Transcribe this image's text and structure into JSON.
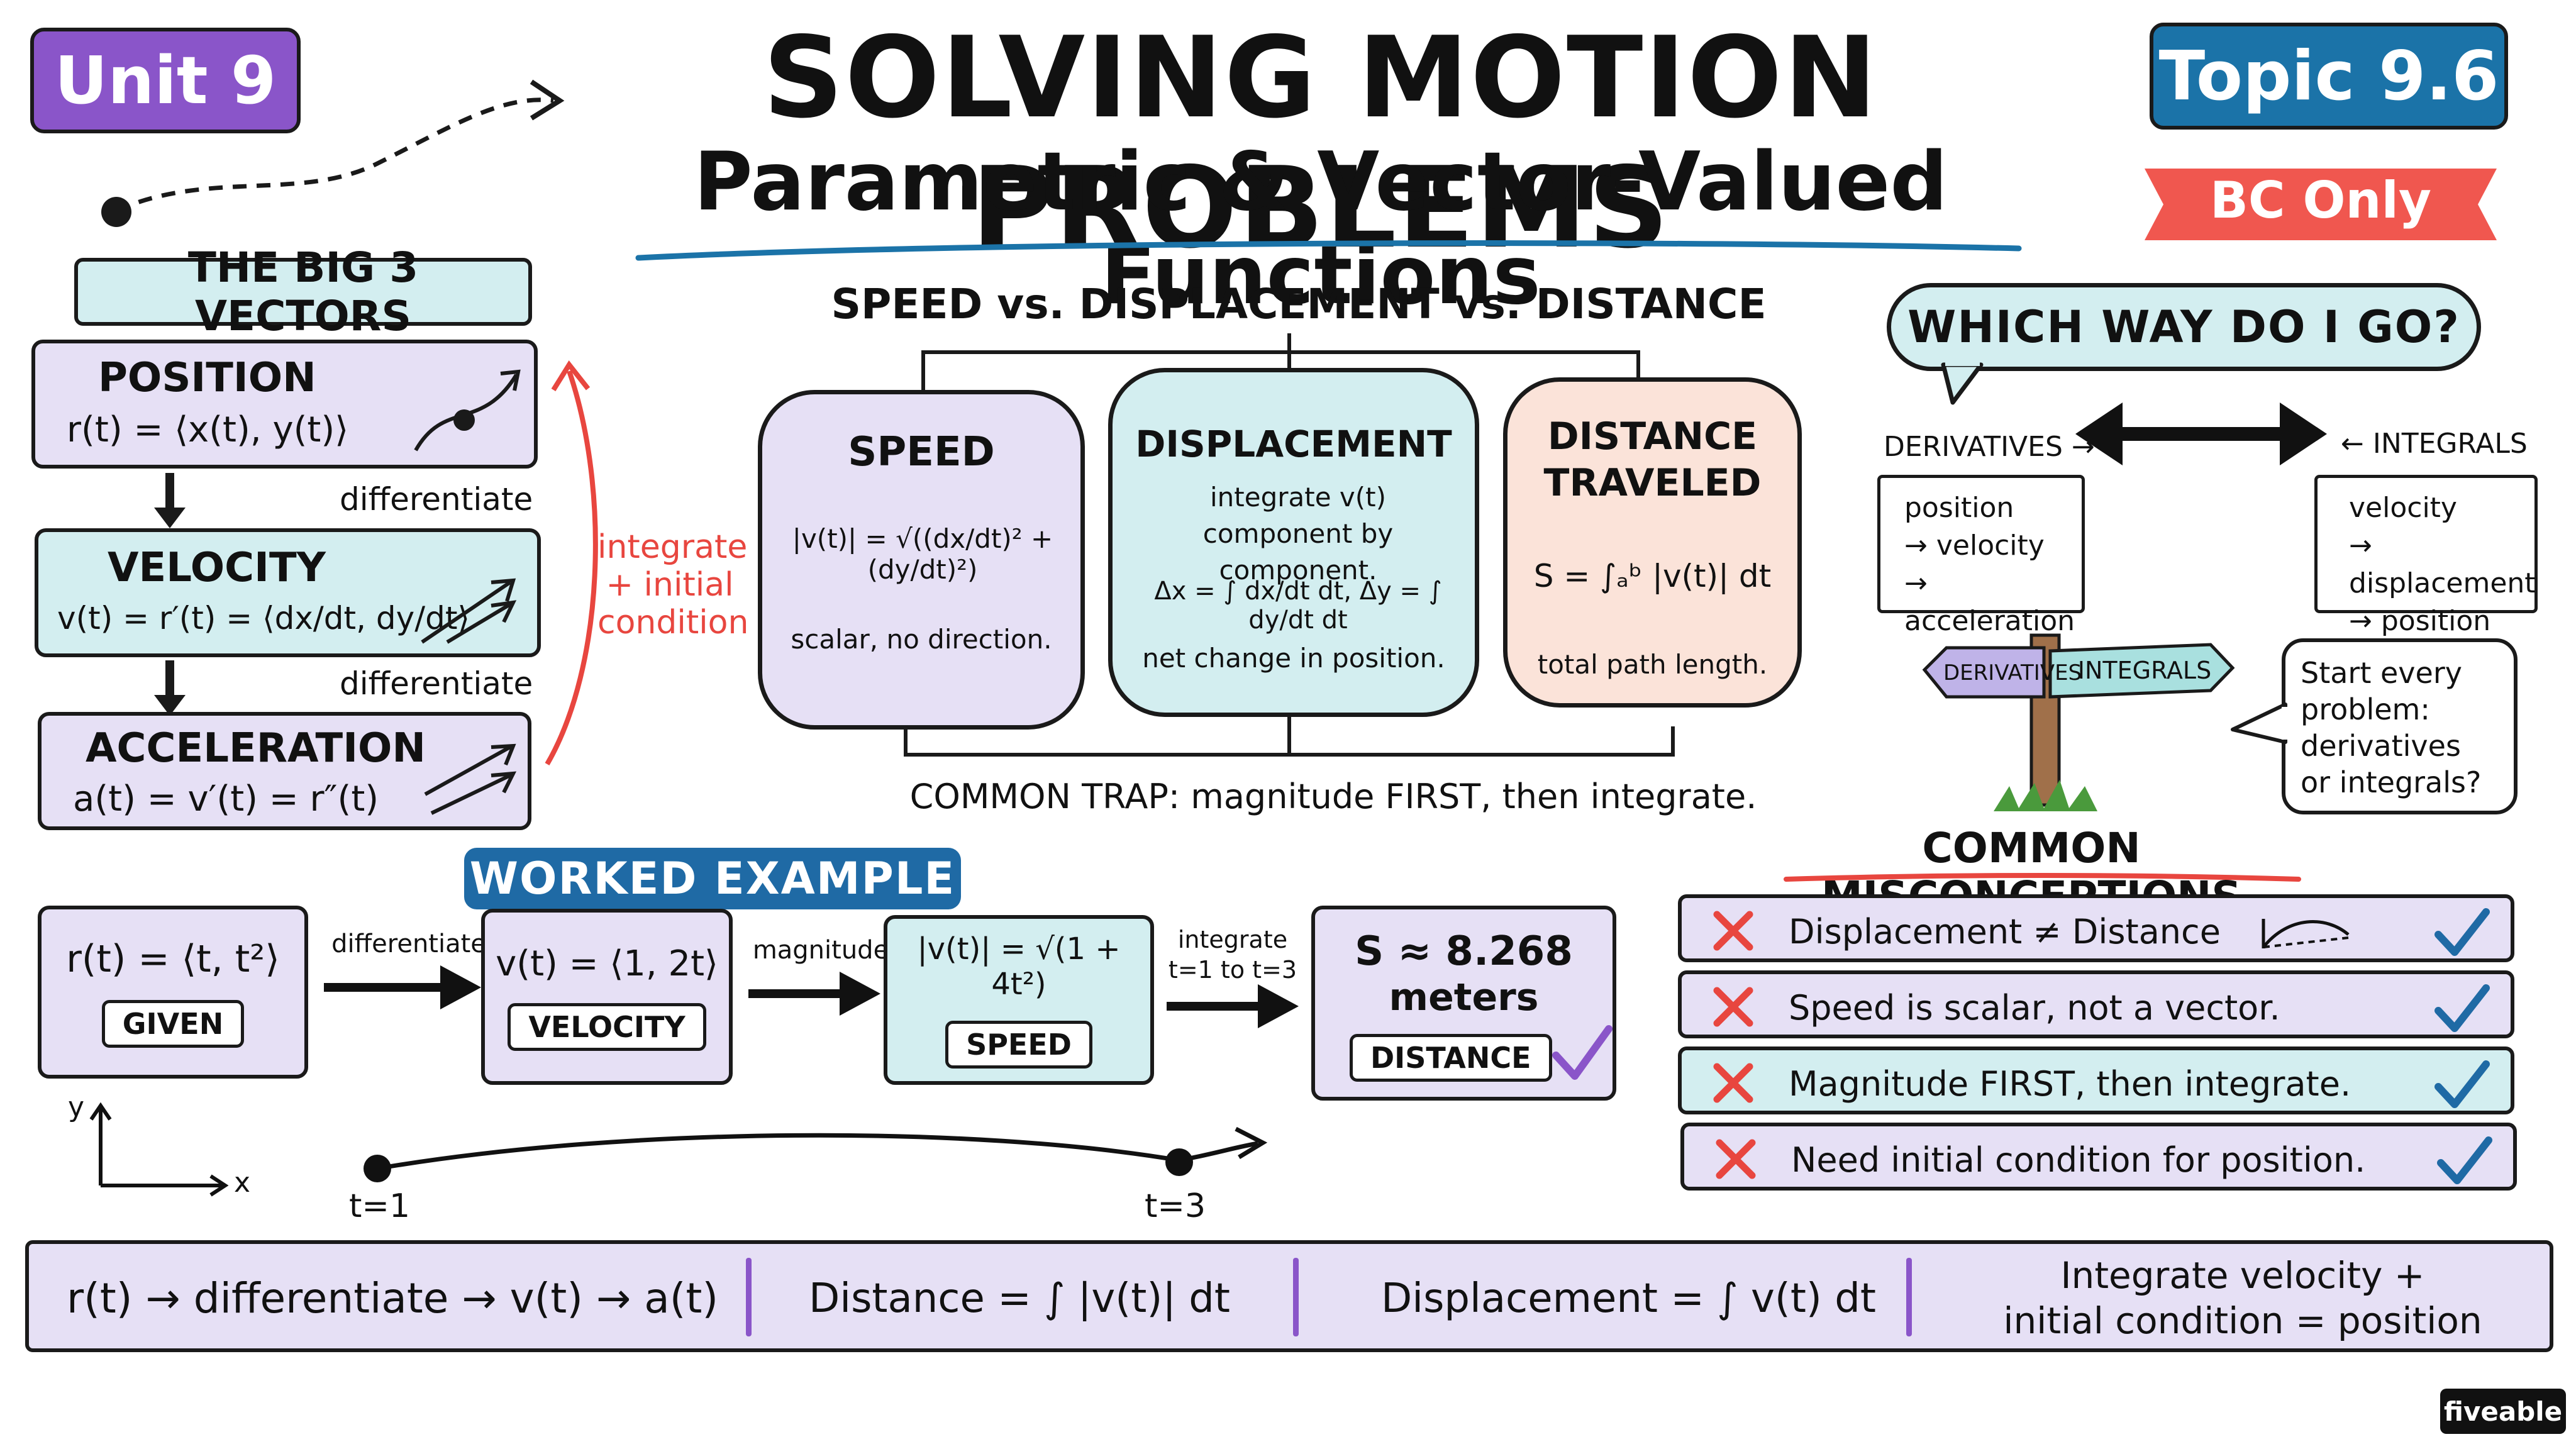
{
  "header": {
    "unit": "Unit 9",
    "title": "SOLVING MOTION PROBLEMS",
    "subtitle": "Parametric & Vector-Valued Functions",
    "topic": "Topic 9.6",
    "bc_only": "BC Only"
  },
  "big3": {
    "heading": "THE BIG 3 VECTORS",
    "position": {
      "title": "POSITION",
      "formula": "r(t) = ⟨x(t), y(t)⟩"
    },
    "velocity": {
      "title": "VELOCITY",
      "formula": "v(t) = r′(t) = ⟨dx/dt, dy/dt⟩"
    },
    "acceleration": {
      "title": "ACCELERATION",
      "formula": "a(t) = v′(t) = r″(t)"
    },
    "differentiate_1": "differentiate",
    "differentiate_2": "differentiate",
    "integrate_line1": "integrate",
    "integrate_line2": "+ initial",
    "integrate_line3": "condition"
  },
  "comparison": {
    "heading": "SPEED vs. DISPLACEMENT vs. DISTANCE",
    "speed": {
      "title": "SPEED",
      "formula": "|v(t)| = √((dx/dt)² + (dy/dt)²)",
      "note": "scalar, no direction."
    },
    "displacement": {
      "title": "DISPLACEMENT",
      "desc": "integrate v(t) component by component.",
      "formula": "Δx = ∫ dx/dt dt,  Δy = ∫ dy/dt dt",
      "note": "net change in position."
    },
    "distance": {
      "title_line1": "DISTANCE",
      "title_line2": "TRAVELED",
      "formula": "S = ∫ₐᵇ |v(t)| dt",
      "note": "total path length."
    },
    "trap": "COMMON TRAP: magnitude FIRST, then integrate."
  },
  "which_way": {
    "heading": "WHICH WAY DO I GO?",
    "derivatives_label": "DERIVATIVES →",
    "integrals_label": "← INTEGRALS",
    "derivatives_list": [
      "position",
      "→ velocity",
      "→ acceleration"
    ],
    "integrals_list": [
      "velocity",
      "→ displacement",
      "→ position"
    ],
    "sign_left": "DERIVATIVES",
    "sign_right": "INTEGRALS",
    "bubble": "Start every problem: derivatives or integrals?"
  },
  "worked_example": {
    "heading": "WORKED EXAMPLE",
    "given_formula": "r(t) = ⟨t, t²⟩",
    "given_tag": "GIVEN",
    "arrow1": "differentiate",
    "velocity_formula": "v(t) = ⟨1, 2t⟩",
    "velocity_tag": "VELOCITY",
    "arrow2": "magnitude",
    "speed_formula": "|v(t)| = √(1 + 4t²)",
    "speed_tag": "SPEED",
    "arrow3_line1": "integrate",
    "arrow3_line2": "t=1 to t=3",
    "result_line1": "S ≈ 8.268",
    "result_line2": "meters",
    "result_tag": "DISTANCE",
    "axis_y": "y",
    "axis_x": "x",
    "t1": "t=1",
    "t3": "t=3"
  },
  "misconceptions": {
    "heading": "COMMON MISCONCEPTIONS",
    "items": [
      "Displacement ≠ Distance",
      "Speed is scalar, not a vector.",
      "Magnitude FIRST, then integrate.",
      "Need initial condition for position."
    ]
  },
  "summary": {
    "part1": "r(t) → differentiate → v(t) → a(t)",
    "part2": "Distance = ∫ |v(t)| dt",
    "part3": "Displacement = ∫ v(t) dt",
    "part4_line1": "Integrate velocity +",
    "part4_line2": "initial condition = position"
  },
  "brand": "fiveable",
  "colors": {
    "unit_purple": "#8a55c9",
    "topic_blue": "#1b73a8",
    "bc_red": "#f0574f",
    "worked_blue": "#1f6aa5",
    "pastel_purple": "#e6e0f5",
    "pastel_blue": "#d3eef0",
    "pastel_peach": "#fbe3d9",
    "accent_red": "#e8463f",
    "check_blue": "#1f6aa5"
  }
}
